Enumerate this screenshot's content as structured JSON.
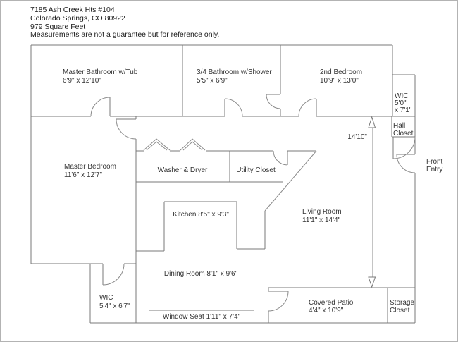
{
  "header": {
    "address_line1": "7185 Ash Creek Hts #104",
    "address_line2": "Colorado Springs, CO 80922",
    "area": "979 Square Feet",
    "disclaimer": "Measurements are not a guarantee but for reference only."
  },
  "rooms": {
    "master_bathroom": {
      "name": "Master Bathroom w/Tub",
      "dims": "6'9\" x 12'10\""
    },
    "three_quarter_bathroom": {
      "name": "3/4 Bathroom w/Shower",
      "dims": "5'5\" x 6'9\""
    },
    "second_bedroom": {
      "name": "2nd Bedroom",
      "dims": "10'9\" x 13'0\""
    },
    "wic_upper": {
      "name": "WIC",
      "dims_line1": "5'0\"",
      "dims_line2": "x 7'1\""
    },
    "hall_closet": {
      "line1": "Hall",
      "line2": "Closet"
    },
    "front_entry": {
      "line1": "Front",
      "line2": "Entry"
    },
    "master_bedroom": {
      "name": "Master Bedroom",
      "dims": "11'6\" x 12'7\""
    },
    "washer_dryer": {
      "name": "Washer & Dryer"
    },
    "utility_closet": {
      "name": "Utility Closet"
    },
    "kitchen": {
      "label": "Kitchen 8'5\" x 9'3\""
    },
    "living_room": {
      "name": "Living Room",
      "dims": "11'1\" x 14'4\""
    },
    "dining_room": {
      "label": "Dining Room 8'1\" x 9'6\""
    },
    "wic_lower": {
      "name": "WIC",
      "dims": "5'4\" x 6'7\""
    },
    "window_seat": {
      "label": "Window Seat 1'11\" x 7'4\""
    },
    "covered_patio": {
      "name": "Covered Patio",
      "dims": "4'4\" x 10'9\""
    },
    "storage_closet": {
      "line1": "Storage",
      "line2": "Closet"
    }
  },
  "measurements": {
    "living_area_height": "14'10\""
  },
  "colors": {
    "background": "#ffffff",
    "wall": "#787878",
    "text": "#333333",
    "frame_border": "#b3b3b3"
  }
}
